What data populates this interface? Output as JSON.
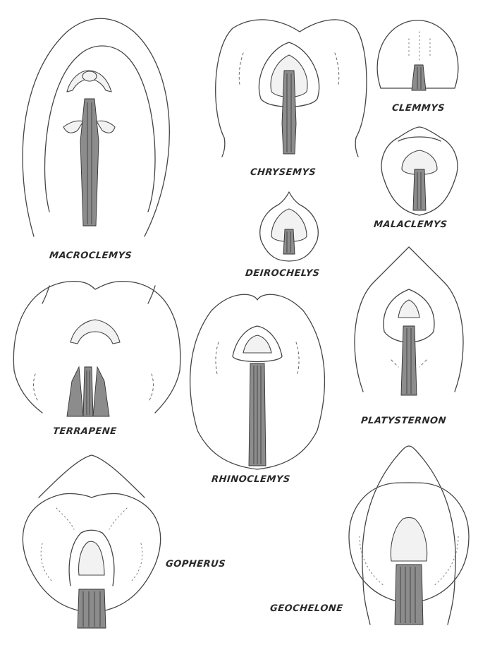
{
  "labels": {
    "macroclemys": "MACROCLEMYS",
    "chrysemys": "CHRYSEMYS",
    "clemmys": "CLEMMYS",
    "malaclemys": "MALACLEMYS",
    "deirochelys": "DEIROCHELYS",
    "terrapene": "TERRAPENE",
    "rhinoclemys": "RHINOCLEMYS",
    "platysternon": "PLATYSTERNON",
    "gopherus": "GOPHERUS",
    "geochelone": "GEOCHELONE"
  }
}
